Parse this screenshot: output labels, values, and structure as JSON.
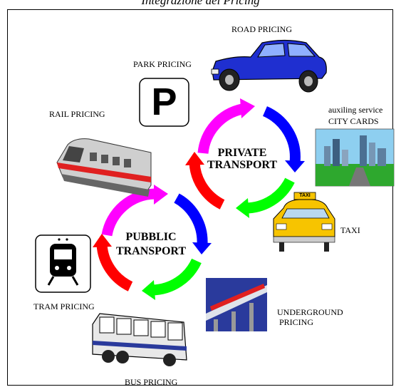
{
  "title": "Integrazione del Pricing",
  "labels": {
    "road_pricing": "ROAD PRICING",
    "park_pricing": "PARK PRICING",
    "rail_pricing": "RAIL PRICING",
    "auxiling_service": "auxiling service",
    "city_cards": "CITY CARDS",
    "taxi": "TAXI",
    "underground_pricing_line1": "UNDERGROUND",
    "underground_pricing_line2": "PRICING",
    "tram_pricing": "TRAM PRICING",
    "bus_pricing": "BUS  PRICING"
  },
  "cycles": {
    "private_line1": "PRIVATE",
    "private_line2": "TRANSPORT",
    "public_line1": "PUBBLIC",
    "public_line2": "TRANSPORT"
  },
  "icons": {
    "park_letter": "P",
    "taxi_sign": "TAXI"
  },
  "colors": {
    "arc_magenta": "#ff00ff",
    "arc_blue": "#0000ff",
    "arc_green": "#00ff00",
    "arc_red": "#ff0000",
    "car_blue": "#1f2fd0",
    "taxi_yellow": "#f7c400",
    "train_red": "#e02020"
  }
}
